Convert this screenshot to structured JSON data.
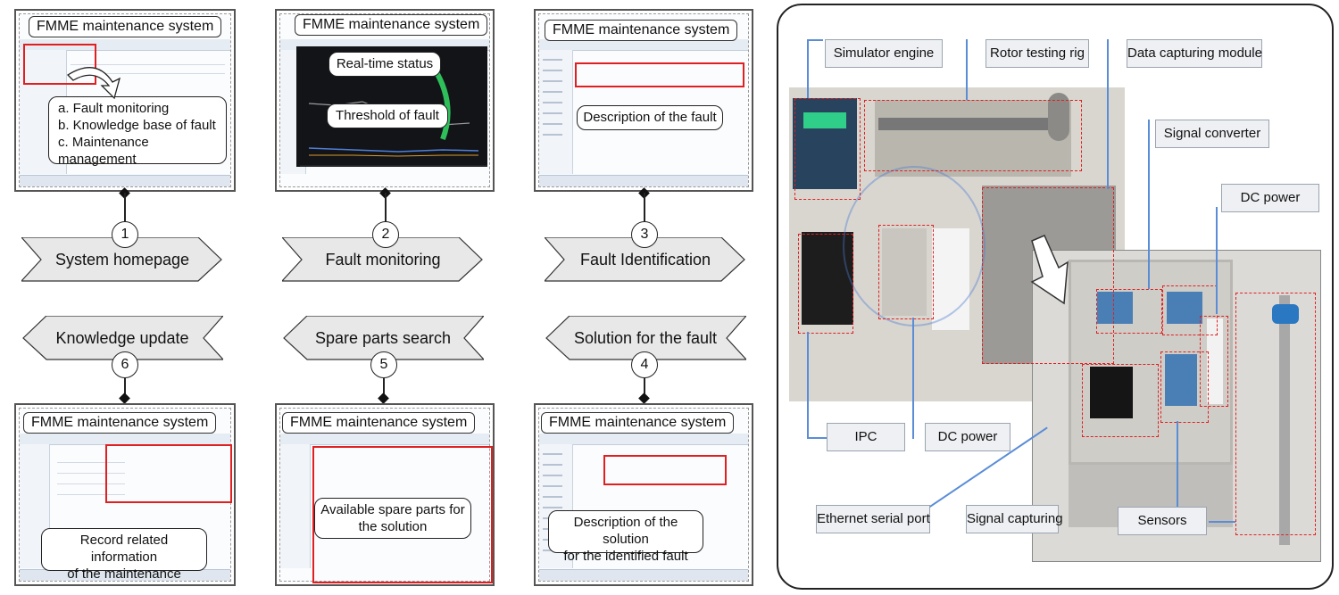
{
  "system_title": "FMME maintenance system",
  "steps": [
    {
      "num": "1",
      "label": "System homepage"
    },
    {
      "num": "2",
      "label": "Fault monitoring"
    },
    {
      "num": "3",
      "label": "Fault Identification"
    },
    {
      "num": "4",
      "label": "Solution for the fault"
    },
    {
      "num": "5",
      "label": "Spare parts search"
    },
    {
      "num": "6",
      "label": "Knowledge update"
    }
  ],
  "homepage_menu": [
    "a. Fault monitoring",
    "b. Knowledge base of fault",
    "c. Maintenance management"
  ],
  "callouts": {
    "realtime": "Real-time status",
    "threshold": "Threshold of fault",
    "fault_description": "Description of the fault",
    "solution_description_1": "Description of the solution",
    "solution_description_2": "for the identified fault",
    "spare_parts_1": "Available spare parts for",
    "spare_parts_2": "the solution",
    "record_1": "Record related information",
    "record_2": "of the maintenance"
  },
  "hardware_labels": {
    "simulator_engine": "Simulator engine",
    "rotor_testing_rig": "Rotor testing rig",
    "data_capturing_module": "Data capturing module",
    "signal_converter": "Signal converter",
    "dc_power_right": "DC power",
    "ipc": "IPC",
    "dc_power_bottom": "DC power",
    "ethernet_serial_port": "Ethernet serial port",
    "signal_capturing": "Signal capturing",
    "sensors": "Sensors"
  },
  "colors": {
    "highlight": "#e02020",
    "leader": "#5a8dd6",
    "banner_fill": "#e8e8e8"
  }
}
